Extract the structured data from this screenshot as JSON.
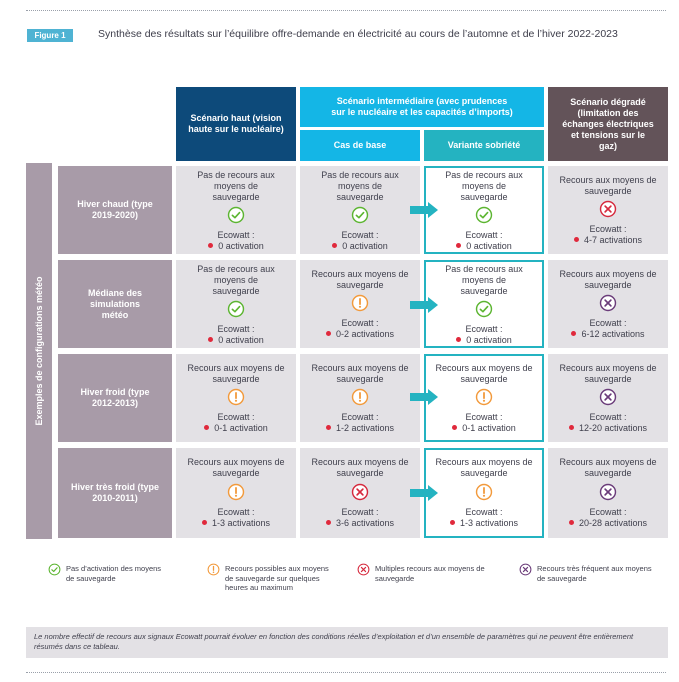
{
  "figure": {
    "tag": "Figure 1",
    "title": "Synthèse des résultats sur l’équilibre offre-demande en électricité au cours de l’automne et de l’hiver 2022-2023"
  },
  "columns": {
    "haut": "Scénario haut (vision haute sur le nucléaire)",
    "intermediaire": "Scénario intermédiaire (avec prudences sur le nucléaire et les capacités d’imports)",
    "cas_de_base": "Cas de base",
    "variante": "Variante sobriété",
    "degrade": "Scénario dégradé (limitation des échanges électriques et tensions sur le gaz)"
  },
  "side_label": "Exemples de configurations météo",
  "colors": {
    "navy": "#0d4a7a",
    "cyan": "#14b6e6",
    "teal": "#24b3c1",
    "brown": "#635359",
    "mauve": "#a89ba8",
    "cell_bg": "#e3e1e5",
    "green": "#5cb531",
    "orange": "#f29a3c",
    "red": "#d62a3e",
    "purple": "#6b3c7a",
    "dot_red": "#e0293c"
  },
  "rows": [
    {
      "label": "Hiver chaud (type 2019-2020)",
      "cells": [
        {
          "text": "Pas de recours aux moyens de sauvegarde",
          "icon": "check-icon",
          "ecowatt": "Ecowatt :",
          "activations": "0 activation"
        },
        {
          "text": "Pas de recours aux moyens de sauvegarde",
          "icon": "check-icon",
          "ecowatt": "Ecowatt :",
          "activations": "0 activation"
        },
        {
          "text": "Pas de recours aux moyens de sauvegarde",
          "icon": "check-icon",
          "ecowatt": "Ecowatt :",
          "activations": "0 activation"
        },
        {
          "text": "Recours aux moyens de sauvegarde",
          "icon": "cross-red-icon",
          "ecowatt": "Ecowatt :",
          "activations": "4-7 activations"
        }
      ]
    },
    {
      "label": "Médiane des simulations météo",
      "cells": [
        {
          "text": "Pas de recours aux moyens de sauvegarde",
          "icon": "check-icon",
          "ecowatt": "Ecowatt :",
          "activations": "0 activation"
        },
        {
          "text": "Recours aux moyens de sauvegarde",
          "icon": "exclamation-icon",
          "ecowatt": "Ecowatt :",
          "activations": "0-2 activations"
        },
        {
          "text": "Pas de recours aux moyens de sauvegarde",
          "icon": "check-icon",
          "ecowatt": "Ecowatt :",
          "activations": "0 activation"
        },
        {
          "text": "Recours aux moyens de sauvegarde",
          "icon": "cross-purple-icon",
          "ecowatt": "Ecowatt :",
          "activations": "6-12 activations"
        }
      ]
    },
    {
      "label": "Hiver froid (type 2012-2013)",
      "cells": [
        {
          "text": "Recours aux moyens de sauvegarde",
          "icon": "exclamation-icon",
          "ecowatt": "Ecowatt :",
          "activations": "0-1 activation"
        },
        {
          "text": "Recours aux moyens de sauvegarde",
          "icon": "exclamation-icon",
          "ecowatt": "Ecowatt :",
          "activations": "1-2 activations"
        },
        {
          "text": "Recours aux moyens de sauvegarde",
          "icon": "exclamation-icon",
          "ecowatt": "Ecowatt :",
          "activations": "0-1 activation"
        },
        {
          "text": "Recours aux moyens de sauvegarde",
          "icon": "cross-purple-icon",
          "ecowatt": "Ecowatt :",
          "activations": "12-20 activations"
        }
      ]
    },
    {
      "label": "Hiver très froid (type 2010-2011)",
      "cells": [
        {
          "text": "Recours aux moyens de sauvegarde",
          "icon": "exclamation-icon",
          "ecowatt": "Ecowatt :",
          "activations": "1-3 activations"
        },
        {
          "text": "Recours aux moyens de sauvegarde",
          "icon": "cross-red-icon",
          "ecowatt": "Ecowatt :",
          "activations": "3-6 activations"
        },
        {
          "text": "Recours aux moyens de sauvegarde",
          "icon": "exclamation-icon",
          "ecowatt": "Ecowatt :",
          "activations": "1-3 activations"
        },
        {
          "text": "Recours aux moyens de sauvegarde",
          "icon": "cross-purple-icon",
          "ecowatt": "Ecowatt :",
          "activations": "20-28 activations"
        }
      ]
    }
  ],
  "legend": [
    {
      "icon": "check-icon",
      "text": "Pas d’activation des moyens de sauvegarde"
    },
    {
      "icon": "exclamation-icon",
      "text": "Recours possibles aux moyens de sauvegarde sur quelques heures au maximum"
    },
    {
      "icon": "cross-red-icon",
      "text": "Multiples recours aux moyens de sauvegarde"
    },
    {
      "icon": "cross-purple-icon",
      "text": "Recours très fréquent aux moyens de sauvegarde"
    }
  ],
  "note": "Le nombre effectif de recours aux signaux Ecowatt pourrait évoluer en fonction des conditions réelles d’exploitation et d’un ensemble de paramètres qui ne peuvent être entièrement résumés dans ce tableau."
}
